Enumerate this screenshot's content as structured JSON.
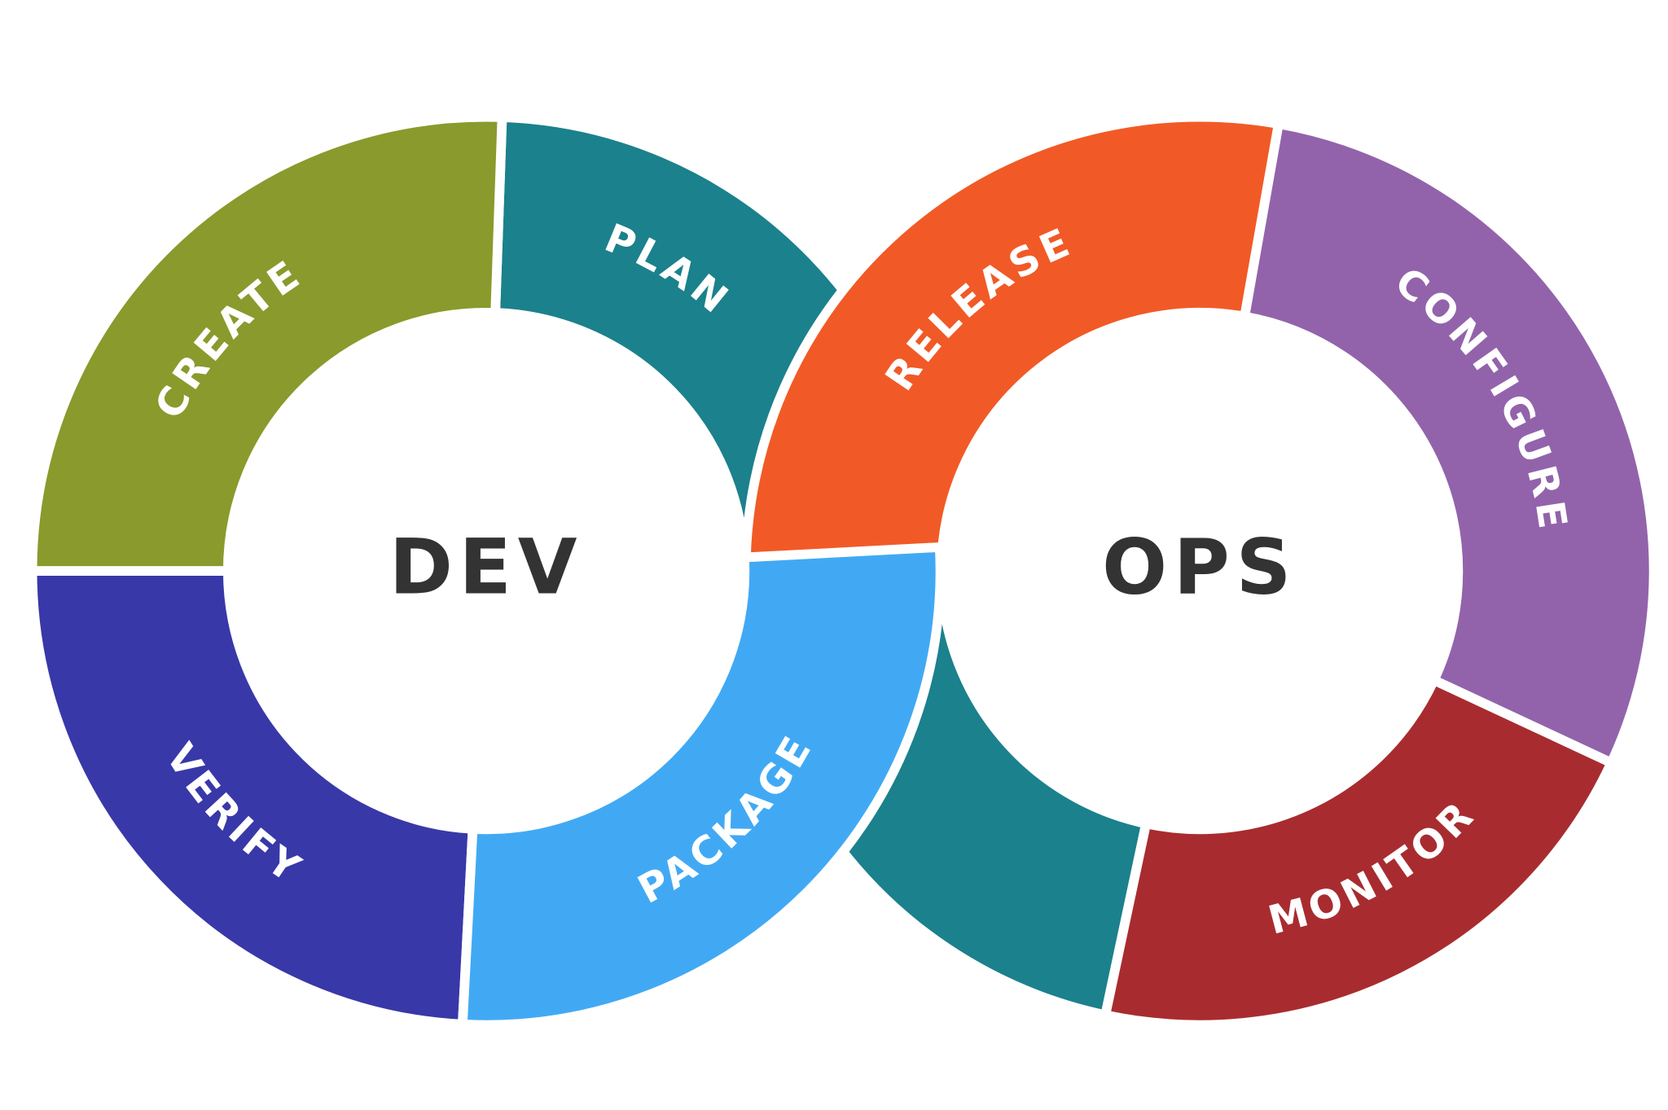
{
  "hubs": [
    {
      "label": "DEV"
    },
    {
      "label": "OPS"
    }
  ],
  "stages": [
    {
      "id": "plan",
      "label": "PLAN",
      "color": "#1b818c"
    },
    {
      "id": "plan-lower",
      "label": "",
      "color": "#1b818c"
    },
    {
      "id": "create",
      "label": "CREATE",
      "color": "#8a9a2c"
    },
    {
      "id": "verify",
      "label": "VERIFY",
      "color": "#3838a8"
    },
    {
      "id": "release",
      "label": "RELEASE",
      "color": "#f15a26"
    },
    {
      "id": "configure",
      "label": "CONFIGURE",
      "color": "#9263ab"
    },
    {
      "id": "monitor",
      "label": "MONITOR",
      "color": "#a82c2f"
    },
    {
      "id": "package",
      "label": "PACKAGE",
      "color": "#41a9f4"
    }
  ],
  "text_color": "#333333"
}
